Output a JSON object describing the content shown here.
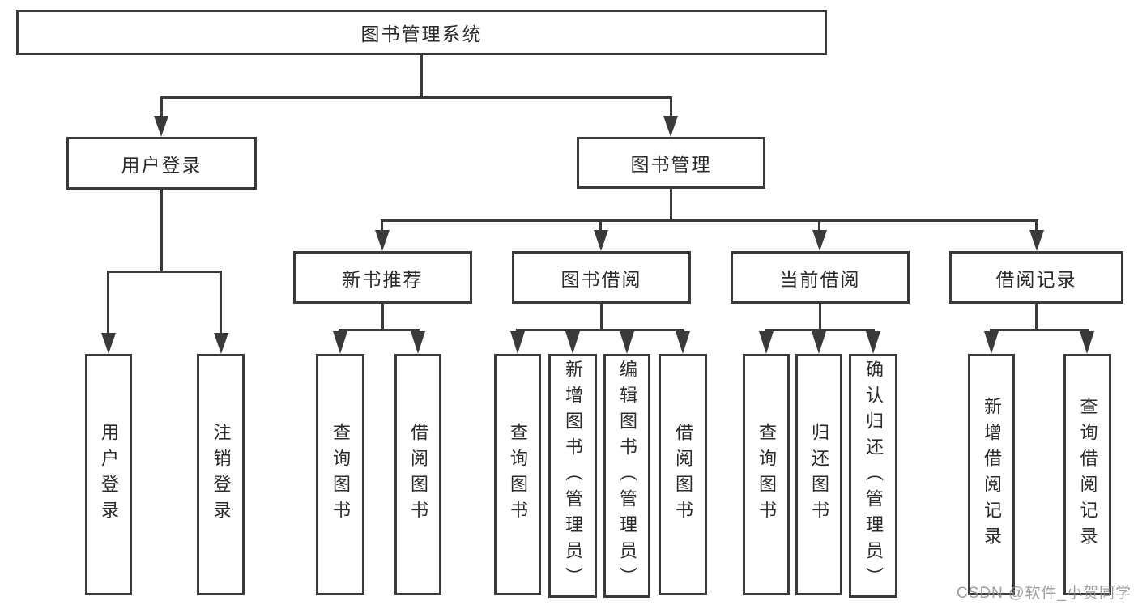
{
  "diagram": {
    "root": {
      "label": "图书管理系统"
    },
    "level2": [
      {
        "label": "用户登录"
      },
      {
        "label": "图书管理"
      }
    ],
    "level3": [
      {
        "label": "新书推荐"
      },
      {
        "label": "图书借阅"
      },
      {
        "label": "当前借阅"
      },
      {
        "label": "借阅记录"
      }
    ],
    "leaves": {
      "user_login": [
        "用户登录",
        "注销登录"
      ],
      "new_book_recommend": [
        "查询图书",
        "借阅图书"
      ],
      "book_borrowing": [
        "查询图书",
        "新增图书（管理员）",
        "编辑图书（管理员）",
        "借阅图书"
      ],
      "current_borrowing": [
        "查询图书",
        "归还图书",
        "确认归还（管理员）"
      ],
      "borrowing_records": [
        "新增借阅记录",
        "查询借阅记录"
      ]
    }
  },
  "watermark": {
    "text": "CSDN @软件_小贺同学"
  },
  "colors": {
    "line": "#3a3a3a",
    "box_border": "#3a3a3a",
    "text": "#2b2b2b",
    "watermark": "#919191",
    "background": "#ffffff"
  }
}
